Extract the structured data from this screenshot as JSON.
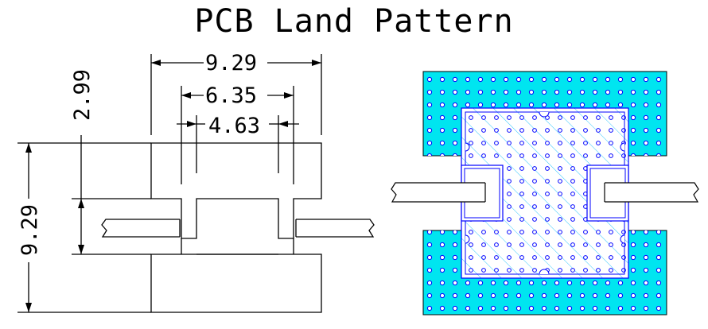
{
  "title": "PCB Land Pattern",
  "dimensions": {
    "overall_width": "9.29",
    "inner_width": "6.35",
    "gap_width": "4.63",
    "pad_height": "2.99",
    "overall_height": "9.29"
  },
  "colors": {
    "copper": "#00e5f0",
    "outline": "#0000ff",
    "hatch": "#33c8ff",
    "line": "#000000"
  }
}
